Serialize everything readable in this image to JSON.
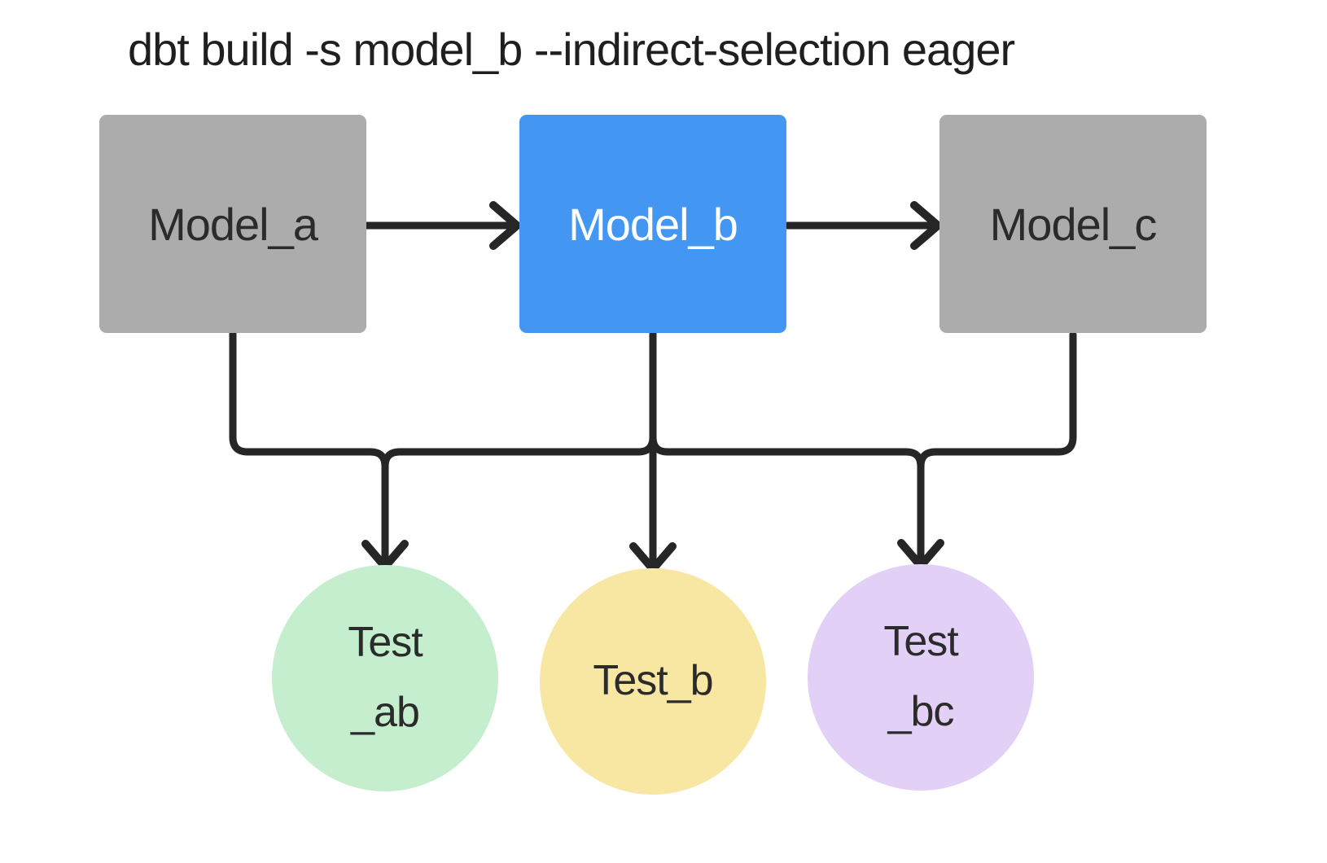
{
  "title": "dbt build -s model_b --indirect-selection eager",
  "nodes": {
    "model_a": {
      "label": "Model_a",
      "type": "model",
      "selected": false
    },
    "model_b": {
      "label": "Model_b",
      "type": "model",
      "selected": true
    },
    "model_c": {
      "label": "Model_c",
      "type": "model",
      "selected": false
    },
    "test_ab": {
      "label": "Test\n_ab",
      "type": "test"
    },
    "test_b": {
      "label": "Test_b",
      "type": "test"
    },
    "test_bc": {
      "label": "Test\n_bc",
      "type": "test"
    }
  },
  "edges": [
    {
      "from": "model_a",
      "to": "model_b"
    },
    {
      "from": "model_b",
      "to": "model_c"
    },
    {
      "from": "model_a",
      "to": "test_ab"
    },
    {
      "from": "model_b",
      "to": "test_ab"
    },
    {
      "from": "model_b",
      "to": "test_b"
    },
    {
      "from": "model_b",
      "to": "test_bc"
    },
    {
      "from": "model_c",
      "to": "test_bc"
    }
  ],
  "colors": {
    "background": "#ffffff",
    "model_node_fill": "#acacac",
    "selected_node_fill": "#4496f3",
    "test_ab_fill": "#c4eecd",
    "test_b_fill": "#f8e7a3",
    "test_bc_fill": "#e3d0f6",
    "edge_stroke": "#262626",
    "title_text": "#1f1f1f",
    "dark_label_text": "#2b2b2b",
    "light_label_text": "#ffffff"
  }
}
